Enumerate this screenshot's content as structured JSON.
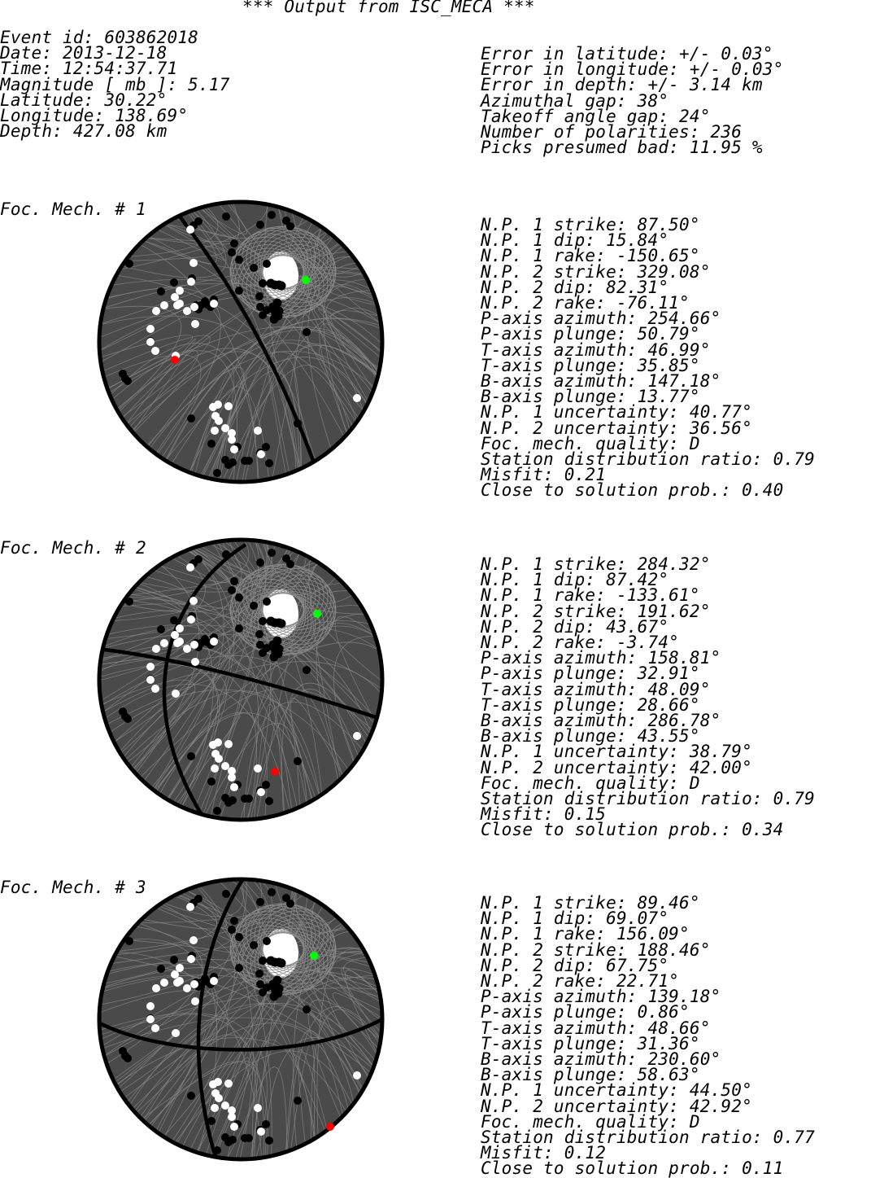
{
  "title": "*** Output from ISC_MECA ***",
  "event": {
    "event_id": "Event id: 603862018",
    "date": "Date: 2013-12-18",
    "time": "Time: 12:54:37.71",
    "magnitude": "Magnitude [ mb ]: 5.17",
    "latitude": "Latitude: 30.22°",
    "longitude": "Longitude: 138.69°",
    "depth": "Depth: 427.08 km"
  },
  "quality": {
    "err_lat": "Error in latitude: +/- 0.03°",
    "err_lon": "Error in longitude: +/- 0.03°",
    "err_depth": "Error in depth: +/- 3.14 km",
    "az_gap": "Azimuthal gap: 38°",
    "takeoff_gap": "Takeoff angle gap: 24°",
    "n_polarities": "Number of polarities: 236",
    "bad_picks": "Picks presumed bad: 11.95 %"
  },
  "mechanisms": [
    {
      "label": "Foc. Mech. # 1",
      "lines": [
        "N.P. 1 strike: 87.50°",
        "N.P. 1 dip: 15.84°",
        "N.P. 1 rake: -150.65°",
        "N.P. 2 strike: 329.08°",
        "N.P. 2 dip: 82.31°",
        "N.P. 2 rake: -76.11°",
        "P-axis azimuth: 254.66°",
        "P-axis plunge: 50.79°",
        "T-axis azimuth: 46.99°",
        "T-axis plunge: 35.85°",
        "B-axis azimuth: 147.18°",
        "B-axis plunge: 13.77°",
        "N.P. 1 uncertainty: 40.77°",
        "N.P. 2 uncertainty: 36.56°",
        "Foc. mech. quality: D",
        "Station distribution ratio: 0.79",
        "Misfit: 0.21",
        "Close to solution prob.: 0.40"
      ]
    },
    {
      "label": "Foc. Mech. # 2",
      "lines": [
        "N.P. 1 strike: 284.32°",
        "N.P. 1 dip: 87.42°",
        "N.P. 1 rake: -133.61°",
        "N.P. 2 strike: 191.62°",
        "N.P. 2 dip: 43.67°",
        "N.P. 2 rake: -3.74°",
        "P-axis azimuth: 158.81°",
        "P-axis plunge: 32.91°",
        "T-axis azimuth: 48.09°",
        "T-axis plunge: 28.66°",
        "B-axis azimuth: 286.78°",
        "B-axis plunge: 43.55°",
        "N.P. 1 uncertainty: 38.79°",
        "N.P. 2 uncertainty: 42.00°",
        "Foc. mech. quality: D",
        "Station distribution ratio: 0.79",
        "Misfit: 0.15",
        "Close to solution prob.: 0.34"
      ]
    },
    {
      "label": "Foc. Mech. # 3",
      "lines": [
        "N.P. 1 strike: 89.46°",
        "N.P. 1 dip: 69.07°",
        "N.P. 1 rake: 156.09°",
        "N.P. 2 strike: 188.46°",
        "N.P. 2 dip: 67.75°",
        "N.P. 2 rake: 22.71°",
        "P-axis azimuth: 139.18°",
        "P-axis plunge: 0.86°",
        "T-axis azimuth: 48.66°",
        "T-axis plunge: 31.36°",
        "B-axis azimuth: 230.60°",
        "B-axis plunge: 58.63°",
        "N.P. 1 uncertainty: 44.50°",
        "N.P. 2 uncertainty: 42.92°",
        "Foc. mech. quality: D",
        "Station distribution ratio: 0.77",
        "Misfit: 0.12",
        "Close to solution prob.: 0.11"
      ]
    }
  ],
  "colors": {
    "sphere_fill": "#4a4a4a",
    "hull_lines": "#8a8a8a",
    "compression_dot": "#000000",
    "dilatation_dot": "#ffffff",
    "t_axis_marker": "#00ff00",
    "p_axis_marker": "#ff0000"
  }
}
